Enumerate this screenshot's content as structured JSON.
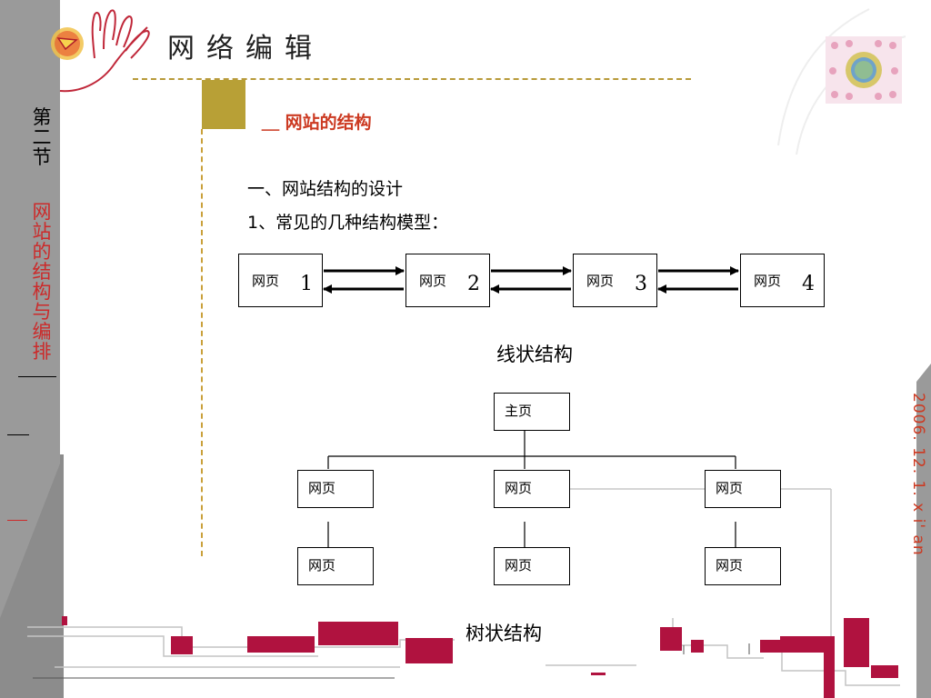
{
  "header": {
    "title": "网络编辑"
  },
  "sidebar": {
    "section_number": "第二节",
    "section_title": "网站的结构与编排"
  },
  "subtitle": "＿ 网站的结构",
  "content": {
    "line1": "一、网站结构的设计",
    "line2": "1、常见的几种结构模型："
  },
  "linear_structure": {
    "pages": [
      {
        "label": "网页",
        "number": "1"
      },
      {
        "label": "网页",
        "number": "2"
      },
      {
        "label": "网页",
        "number": "3"
      },
      {
        "label": "网页",
        "number": "4"
      }
    ],
    "caption": "线状结构"
  },
  "tree_structure": {
    "root": "主页",
    "level1": [
      "网页",
      "网页",
      "网页"
    ],
    "level2": [
      "网页",
      "网页",
      "网页"
    ],
    "caption": "树状结构"
  },
  "date_stamp": "2006. 12. 1. x i' an",
  "colors": {
    "accent_red": "#cc3a22",
    "gold": "#b8a036",
    "sidebar_gray": "#9a9a9a",
    "crimson": "#b0123f"
  }
}
